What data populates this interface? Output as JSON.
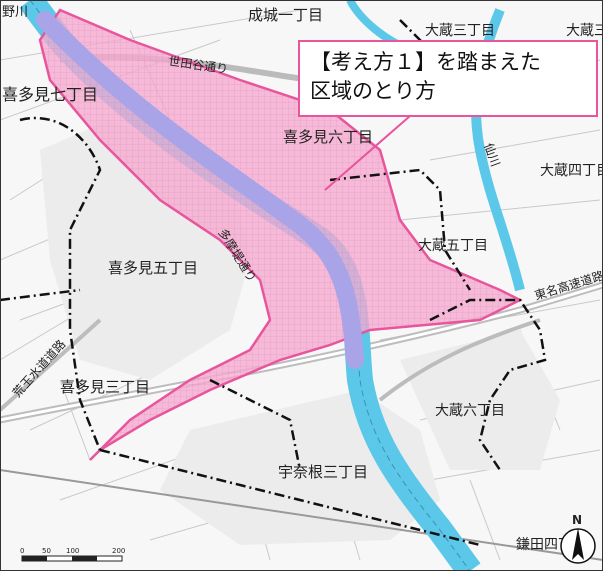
{
  "map": {
    "districts": {
      "kitami7": "喜多見七丁目",
      "kitami6": "喜多見六丁目",
      "kitami5": "喜多見五丁目",
      "kitami3": "喜多見三丁目",
      "seijo1": "成城一丁目",
      "okura3": "大蔵三丁目",
      "okura3b": "大蔵三",
      "okura4": "大蔵四丁目",
      "okura5": "大蔵五丁目",
      "okura6": "大蔵六丁目",
      "unenehara3": "宇奈根三丁目",
      "kamata4": "鎌田四丁目"
    },
    "roads": {
      "setagaya": "世田谷通り",
      "tamazutsumi": "多摩堤通り",
      "tomei": "東名高速道路",
      "jousui": "荒玉水道道路"
    },
    "rivers": {
      "sen": "仙川",
      "nogawa": "野川"
    },
    "callout": {
      "line1": "【考え方１】を踏まえた",
      "line2": "区域のとり方"
    },
    "north_symbol": "N",
    "scale_ticks": [
      "0",
      "50",
      "100",
      "200"
    ],
    "colors": {
      "highlight_fill": "#f6a9d0",
      "highlight_stroke": "#e8559c",
      "river": "#5bc8ea",
      "channel": "#a9a3e8",
      "boundary": "#111111"
    }
  }
}
